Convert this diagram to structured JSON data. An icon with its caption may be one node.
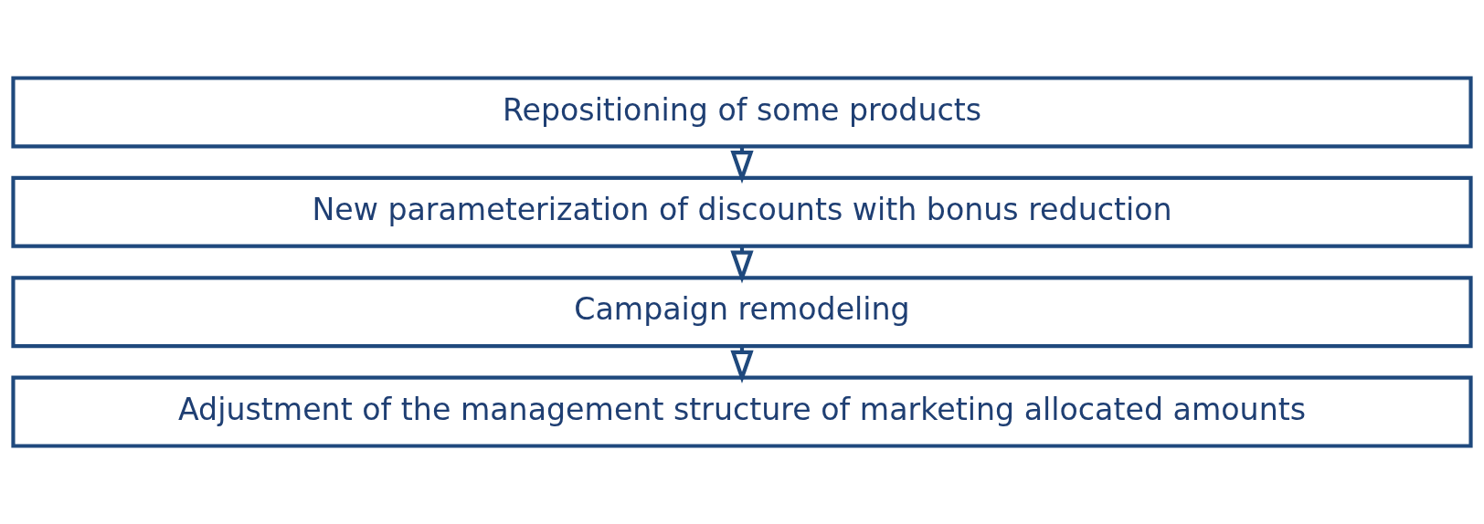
{
  "diagram": {
    "nodes": [
      {
        "text": [
          "Repositioning of some products"
        ]
      },
      {
        "text": [
          "New parameterization of discounts with bonus reduction"
        ]
      },
      {
        "text": [
          "Campaign remodeling"
        ]
      },
      {
        "text": [
          "Adjustment of the management structure of marketing allocated amounts"
        ]
      }
    ],
    "edges": [
      {
        "from": 0,
        "to": 1,
        "arrow": "to"
      },
      {
        "from": 1,
        "to": 2,
        "arrow": "to"
      },
      {
        "from": 2,
        "to": 3,
        "arrow": "to"
      }
    ]
  }
}
